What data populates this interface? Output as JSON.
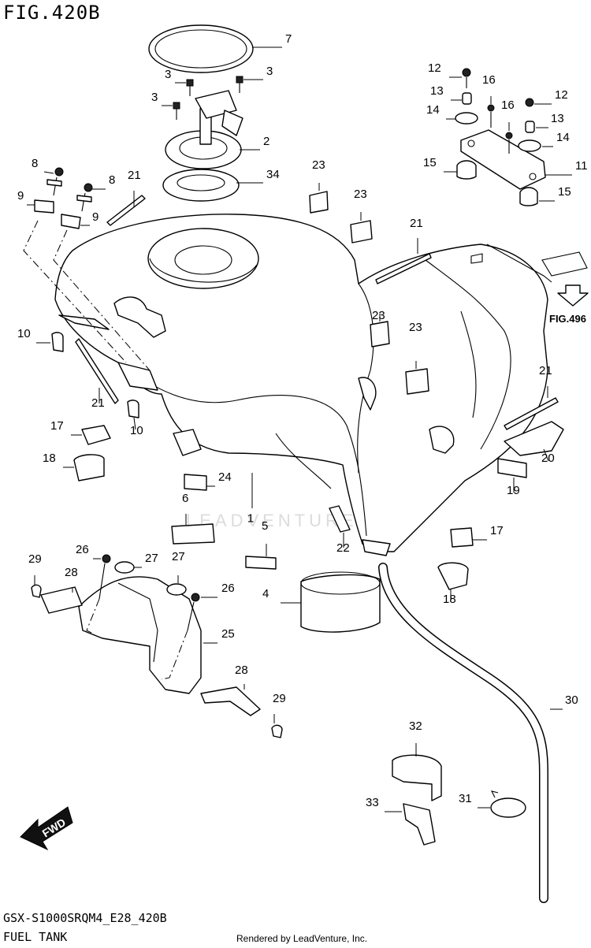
{
  "figure_title": "FIG.420B",
  "model_code": "GSX-S1000SRQM4_E28_420B",
  "section_name": "FUEL TANK",
  "render_credit": "Rendered by LeadVenture, Inc.",
  "watermark": "LEADVENTURE",
  "fig_reference": "FIG.496",
  "fwd_label": "FWD",
  "callouts": {
    "c1": "1",
    "c2": "2",
    "c3a": "3",
    "c3b": "3",
    "c3c": "3",
    "c4": "4",
    "c5": "5",
    "c6": "6",
    "c7": "7",
    "c8a": "8",
    "c8b": "8",
    "c9a": "9",
    "c9b": "9",
    "c10a": "10",
    "c10b": "10",
    "c11": "11",
    "c12a": "12",
    "c12b": "12",
    "c13a": "13",
    "c13b": "13",
    "c14a": "14",
    "c14b": "14",
    "c15a": "15",
    "c15b": "15",
    "c16a": "16",
    "c16b": "16",
    "c17a": "17",
    "c17b": "17",
    "c18a": "18",
    "c18b": "18",
    "c19": "19",
    "c20": "20",
    "c21a": "21",
    "c21b": "21",
    "c21c": "21",
    "c21d": "21",
    "c22": "22",
    "c23a": "23",
    "c23b": "23",
    "c23c": "23",
    "c23d": "23",
    "c24": "24",
    "c25": "25",
    "c26a": "26",
    "c26b": "26",
    "c27a": "27",
    "c27b": "27",
    "c28a": "28",
    "c28b": "28",
    "c29a": "29",
    "c29b": "29",
    "c30": "30",
    "c31": "31",
    "c32": "32",
    "c33": "33",
    "c34": "34"
  }
}
